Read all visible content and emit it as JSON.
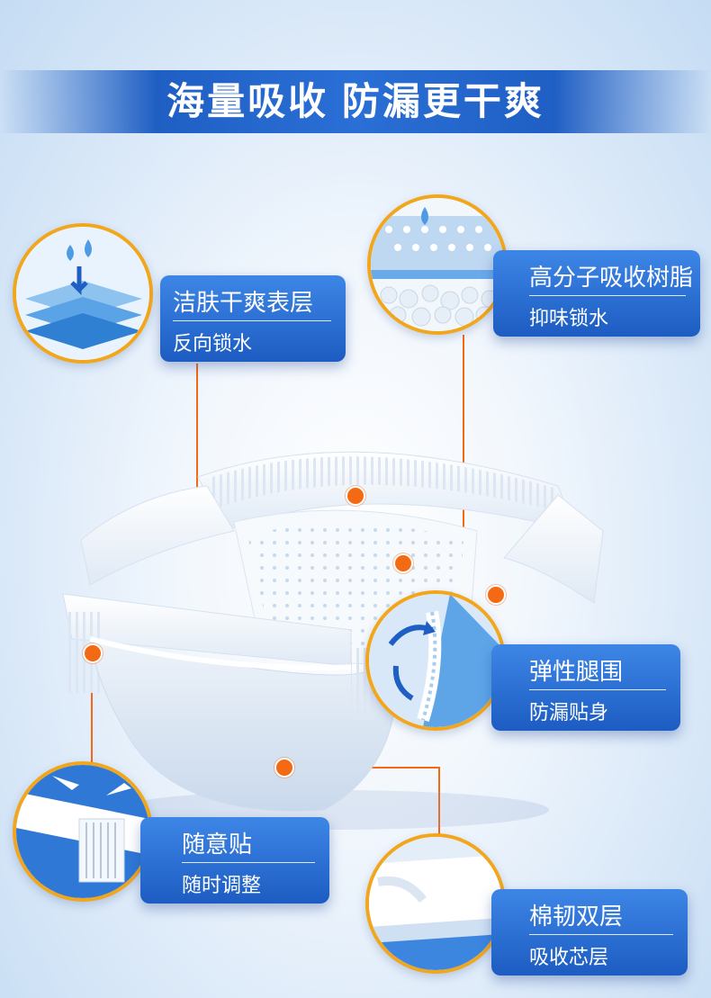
{
  "headline": "海量吸收 防漏更干爽",
  "features": [
    {
      "title": "洁肤干爽表层",
      "subtitle": "反向锁水",
      "icon": "absorb-layers-icon"
    },
    {
      "title": "高分子吸收树脂",
      "subtitle": "抑味锁水",
      "icon": "polymer-beads-icon"
    },
    {
      "title": "弹性腿围",
      "subtitle": "防漏贴身",
      "icon": "elastic-leg-cuff-icon"
    },
    {
      "title": "随意贴",
      "subtitle": "随时调整",
      "icon": "velcro-tab-icon"
    },
    {
      "title": "棉韧双层",
      "subtitle": "吸收芯层",
      "icon": "double-layer-core-icon"
    }
  ],
  "colors": {
    "accent_blue": "#1d5cc2",
    "ring_orange": "#f2a61b",
    "pointer_orange": "#f46a14"
  }
}
